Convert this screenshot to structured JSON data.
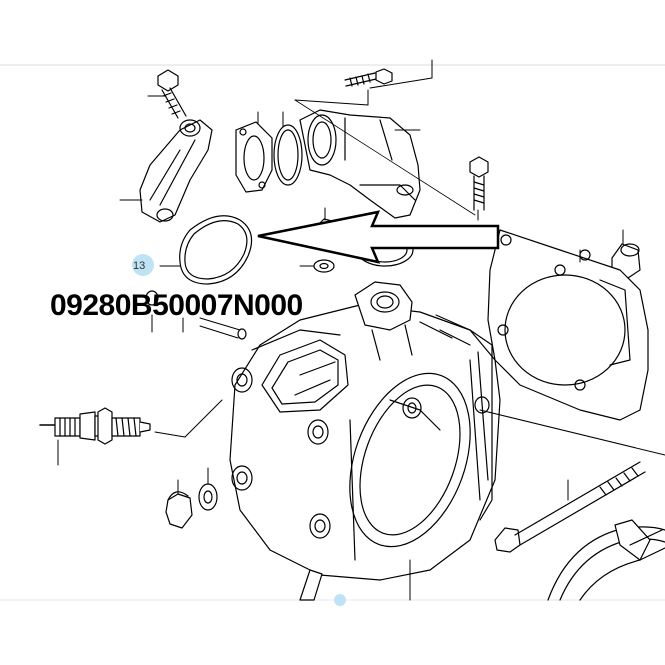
{
  "part_number": "09280B50007N000",
  "callout": {
    "label": "13",
    "bubble_color": "#bfe3f5"
  },
  "colors": {
    "line": "#000000",
    "background": "#ffffff",
    "frame": "#dddddd"
  },
  "annotation": {
    "type": "hollow-arrow",
    "points_to": "o-ring-13"
  }
}
